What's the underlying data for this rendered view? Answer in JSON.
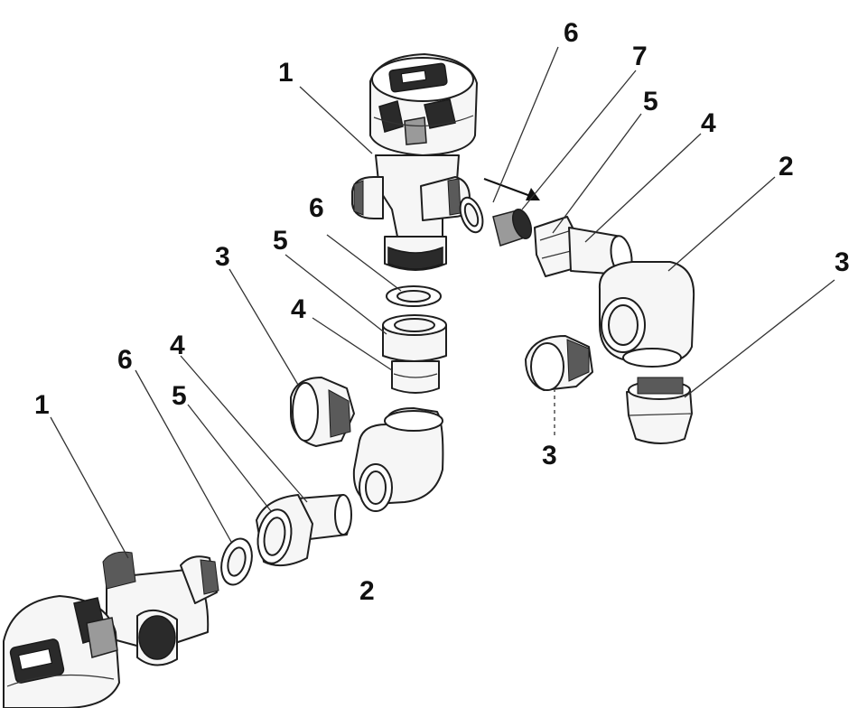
{
  "callouts": {
    "upper_1": "1",
    "upper_6": "6",
    "upper_7": "7",
    "upper_5": "5",
    "upper_4": "4",
    "upper_2": "2",
    "right_3": "3",
    "center_3": "3",
    "mid_3": "3",
    "mid_6": "6",
    "mid_5": "5",
    "mid_4": "4",
    "lower_1": "1",
    "lower_6": "6",
    "lower_4": "4",
    "lower_5": "5",
    "lower_2": "2"
  },
  "colors": {
    "line": "#1e1e1e",
    "body": "#f6f6f6",
    "dark": "#2a2a2a"
  }
}
